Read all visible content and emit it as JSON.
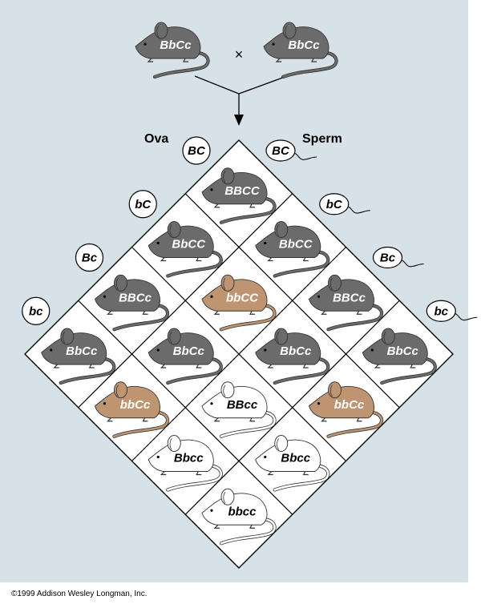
{
  "parents": [
    {
      "genotype": "BbCc",
      "phenotype": "black"
    },
    {
      "genotype": "BbCc",
      "phenotype": "black"
    }
  ],
  "cross_symbol": "×",
  "ova_label": "Ova",
  "sperm_label": "Sperm",
  "gametes": [
    "BC",
    "bC",
    "Bc",
    "bc"
  ],
  "grid": [
    [
      {
        "g": "BBCC",
        "p": "black"
      },
      {
        "g": "BbCC",
        "p": "black"
      },
      {
        "g": "BBCc",
        "p": "black"
      },
      {
        "g": "BbCc",
        "p": "black"
      }
    ],
    [
      {
        "g": "BbCC",
        "p": "black"
      },
      {
        "g": "bbCC",
        "p": "brown"
      },
      {
        "g": "BbCc",
        "p": "black"
      },
      {
        "g": "bbCc",
        "p": "brown"
      }
    ],
    [
      {
        "g": "BBCc",
        "p": "black"
      },
      {
        "g": "BbCc",
        "p": "black"
      },
      {
        "g": "BBcc",
        "p": "white"
      },
      {
        "g": "Bbcc",
        "p": "white"
      }
    ],
    [
      {
        "g": "BbCc",
        "p": "black"
      },
      {
        "g": "bbCc",
        "p": "brown"
      },
      {
        "g": "Bbcc",
        "p": "white"
      },
      {
        "g": "bbcc",
        "p": "white"
      }
    ]
  ],
  "colors": {
    "black": "#6b6b6b",
    "brown": "#bf9470",
    "white": "#ffffff",
    "background": "#d7e1e8"
  },
  "copyright": "©1999 Addison Wesley Longman, Inc."
}
